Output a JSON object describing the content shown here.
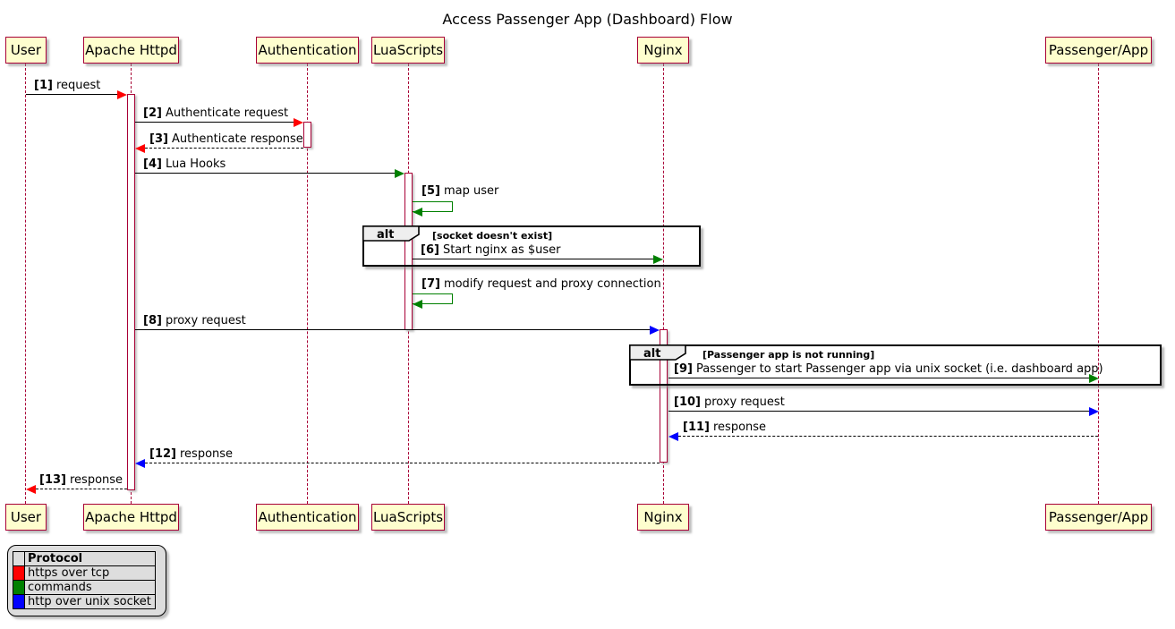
{
  "title": "Access Passenger App (Dashboard) Flow",
  "participants": [
    {
      "name": "User"
    },
    {
      "name": "Apache Httpd"
    },
    {
      "name": "Authentication"
    },
    {
      "name": "LuaScripts"
    },
    {
      "name": "Nginx"
    },
    {
      "name": "Passenger/App"
    }
  ],
  "fragments": [
    {
      "operator": "alt",
      "guard": "[socket doesn't exist]"
    },
    {
      "operator": "alt",
      "guard": "[Passenger app is not running]"
    }
  ],
  "messages": [
    {
      "num": "[1]",
      "text": "request",
      "protocol": "https over tcp"
    },
    {
      "num": "[2]",
      "text": "Authenticate request",
      "protocol": "https over tcp"
    },
    {
      "num": "[3]",
      "text": "Authenticate response",
      "protocol": "https over tcp"
    },
    {
      "num": "[4]",
      "text": "Lua Hooks",
      "protocol": "commands"
    },
    {
      "num": "[5]",
      "text": "map user",
      "protocol": "commands"
    },
    {
      "num": "[6]",
      "text": "Start nginx as $user",
      "protocol": "commands"
    },
    {
      "num": "[7]",
      "text": "modify request and proxy connection",
      "protocol": "commands"
    },
    {
      "num": "[8]",
      "text": "proxy request",
      "protocol": "http over unix socket"
    },
    {
      "num": "[9]",
      "text": "Passenger to start Passenger app via unix socket (i.e. dashboard app)",
      "protocol": "commands"
    },
    {
      "num": "[10]",
      "text": "proxy request",
      "protocol": "http over unix socket"
    },
    {
      "num": "[11]",
      "text": "response",
      "protocol": "http over unix socket"
    },
    {
      "num": "[12]",
      "text": "response",
      "protocol": "http over unix socket"
    },
    {
      "num": "[13]",
      "text": "response",
      "protocol": "https over tcp"
    }
  ],
  "legend": {
    "header": "Protocol",
    "rows": [
      {
        "label": "https over tcp",
        "color": "#FF0000"
      },
      {
        "label": "commands",
        "color": "#008000"
      },
      {
        "label": "http over unix socket",
        "color": "#0000FF"
      }
    ]
  },
  "colors": {
    "https_over_tcp": "#FF0000",
    "commands": "#008000",
    "http_over_unix_socket": "#0000FF",
    "lifeline": "#A80036",
    "participant_fill": "#FEFECE"
  }
}
